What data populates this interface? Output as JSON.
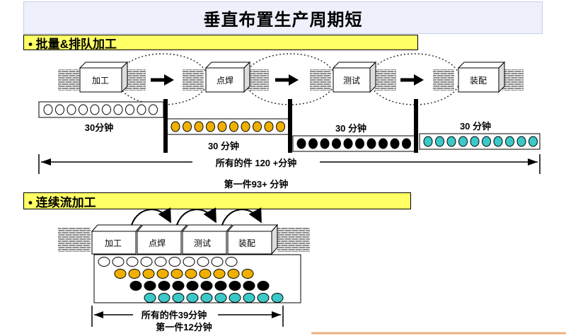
{
  "title": "垂直布置生产周期短",
  "batch_section": {
    "heading": "• 批量&排队加工",
    "stations": [
      "加工",
      "点焊",
      "测试",
      "装配"
    ],
    "stage_times": [
      "30分钟",
      "30 分钟",
      "30 分钟",
      "30 分钟"
    ],
    "total_label": "所有的件 120 +分钟",
    "first_label": "第一件93+ 分钟",
    "parts_per_batch": 10,
    "colors": [
      "#ffffff",
      "#f0b000",
      "#000000",
      "#3cc8c8"
    ]
  },
  "flow_section": {
    "heading": "• 连续流加工",
    "stations": [
      "加工",
      "点焊",
      "测试",
      "装配"
    ],
    "total_label": "所有的件39分钟",
    "first_label": "第一件12分钟"
  }
}
